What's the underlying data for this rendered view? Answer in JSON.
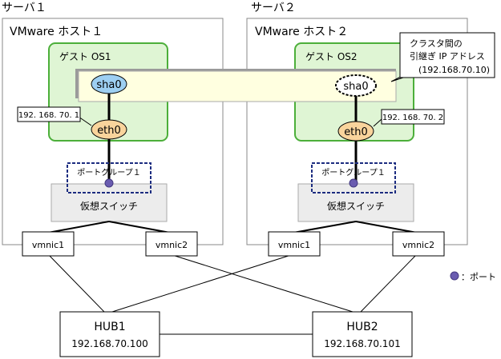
{
  "server1": {
    "label": "サーバ１",
    "host_label": "VMware ホスト１",
    "guest_label": "ゲスト OS1"
  },
  "server2": {
    "label": "サーバ２",
    "host_label": "VMware ホスト２",
    "guest_label": "ゲスト OS2"
  },
  "nodes": {
    "sha0_left": "sha0",
    "sha0_right": "sha0",
    "eth0_left": "eth0",
    "eth0_right": "eth0",
    "ip_left": "192. 168. 70. 1",
    "ip_right": "192. 168. 70. 2",
    "portgroup_left": "ポートグループ１",
    "portgroup_right": "ポートグループ１",
    "vswitch_left": "仮想スイッチ",
    "vswitch_right": "仮想スイッチ",
    "vmnic1_left": "vmnic1",
    "vmnic2_left": "vmnic2",
    "vmnic1_right": "vmnic1",
    "vmnic2_right": "vmnic2"
  },
  "callout": {
    "line1": "クラスタ間の",
    "line2": "引継ぎ IP アドレス",
    "line3": "(192.168.70.10)"
  },
  "hub1": {
    "name": "HUB1",
    "ip": "192.168.70.100"
  },
  "hub2": {
    "name": "HUB2",
    "ip": "192.168.70.101"
  },
  "legend": {
    "text": "：ポート"
  },
  "colors": {
    "guest_fill": "#dff5d4",
    "guest_stroke": "#4caf3a",
    "sha0_fill": "#9dcff2",
    "eth0_fill": "#f9d49c",
    "band_fill": "#ffffe0",
    "vswitch_fill": "#ececec",
    "portgroup_stroke": "#1c2c80",
    "port_fill": "#6a5cb0"
  }
}
